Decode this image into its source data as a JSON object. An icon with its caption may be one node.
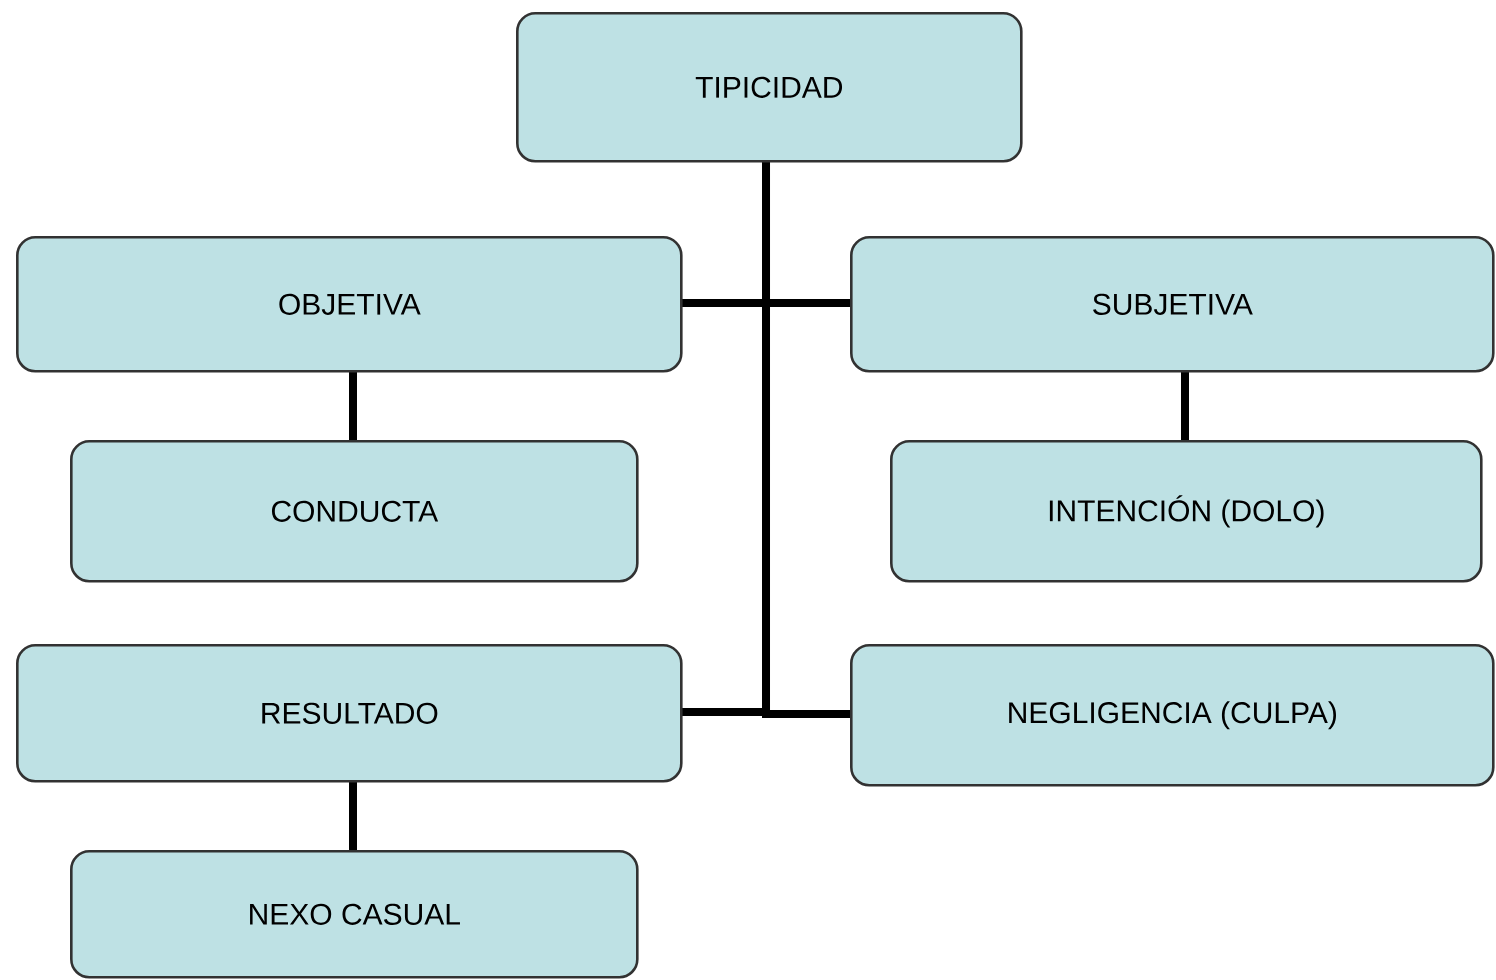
{
  "diagram": {
    "nodes": [
      {
        "text": [
          "TIPICIDAD"
        ]
      },
      {
        "text": [
          "OBJETIVA"
        ]
      },
      {
        "text": [
          "SUBJETIVA"
        ]
      },
      {
        "text": [
          "CONDUCTA"
        ]
      },
      {
        "text": [
          "INTENCIÓN (DOLO)"
        ]
      },
      {
        "text": [
          "RESULTADO"
        ]
      },
      {
        "text": [
          "NEGLIGENCIA (CULPA)"
        ]
      },
      {
        "text": [
          "NEXO CASUAL"
        ]
      }
    ],
    "edges": [
      {
        "from": 0,
        "to": 1,
        "arrow": "none"
      },
      {
        "from": 0,
        "to": 2,
        "arrow": "none"
      },
      {
        "from": 0,
        "to": 5,
        "arrow": "none"
      },
      {
        "from": 0,
        "to": 6,
        "arrow": "none"
      },
      {
        "from": 1,
        "to": 3,
        "arrow": "none"
      },
      {
        "from": 2,
        "to": 4,
        "arrow": "none"
      },
      {
        "from": 5,
        "to": 7,
        "arrow": "none"
      }
    ]
  }
}
